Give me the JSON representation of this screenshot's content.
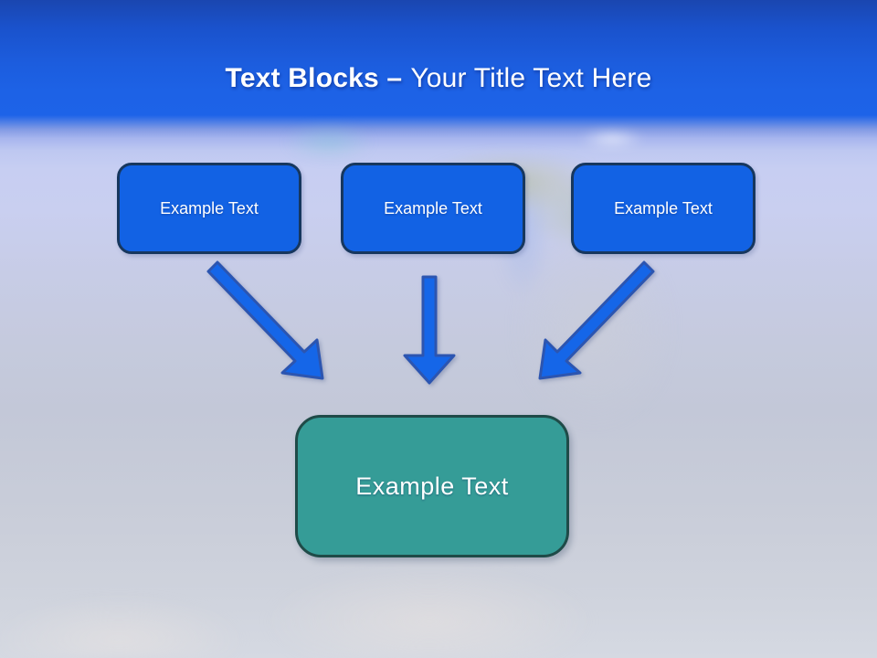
{
  "title": {
    "bold": "Text Blocks –",
    "rest": "Your Title Text Here"
  },
  "diagram": {
    "type": "convergence-flow",
    "top_boxes": [
      {
        "id": "box-1",
        "label": "Example Text"
      },
      {
        "id": "box-2",
        "label": "Example Text"
      },
      {
        "id": "box-3",
        "label": "Example Text"
      }
    ],
    "arrows": [
      {
        "from": "box-1",
        "to": "result-box",
        "direction": "down-right"
      },
      {
        "from": "box-2",
        "to": "result-box",
        "direction": "down"
      },
      {
        "from": "box-3",
        "to": "result-box",
        "direction": "down-left"
      }
    ],
    "result_box": {
      "id": "result-box",
      "label": "Example Text"
    }
  },
  "colors": {
    "header_blue": "#1d63e8",
    "box_fill": "#1262e4",
    "box_border": "#17375e",
    "box_text": "#ffffff",
    "arrow_fill": "#1566e8",
    "arrow_border": "#2c55b0",
    "result_fill": "#359c97",
    "result_border": "#1f4b48",
    "title_text": "#ffffff"
  }
}
